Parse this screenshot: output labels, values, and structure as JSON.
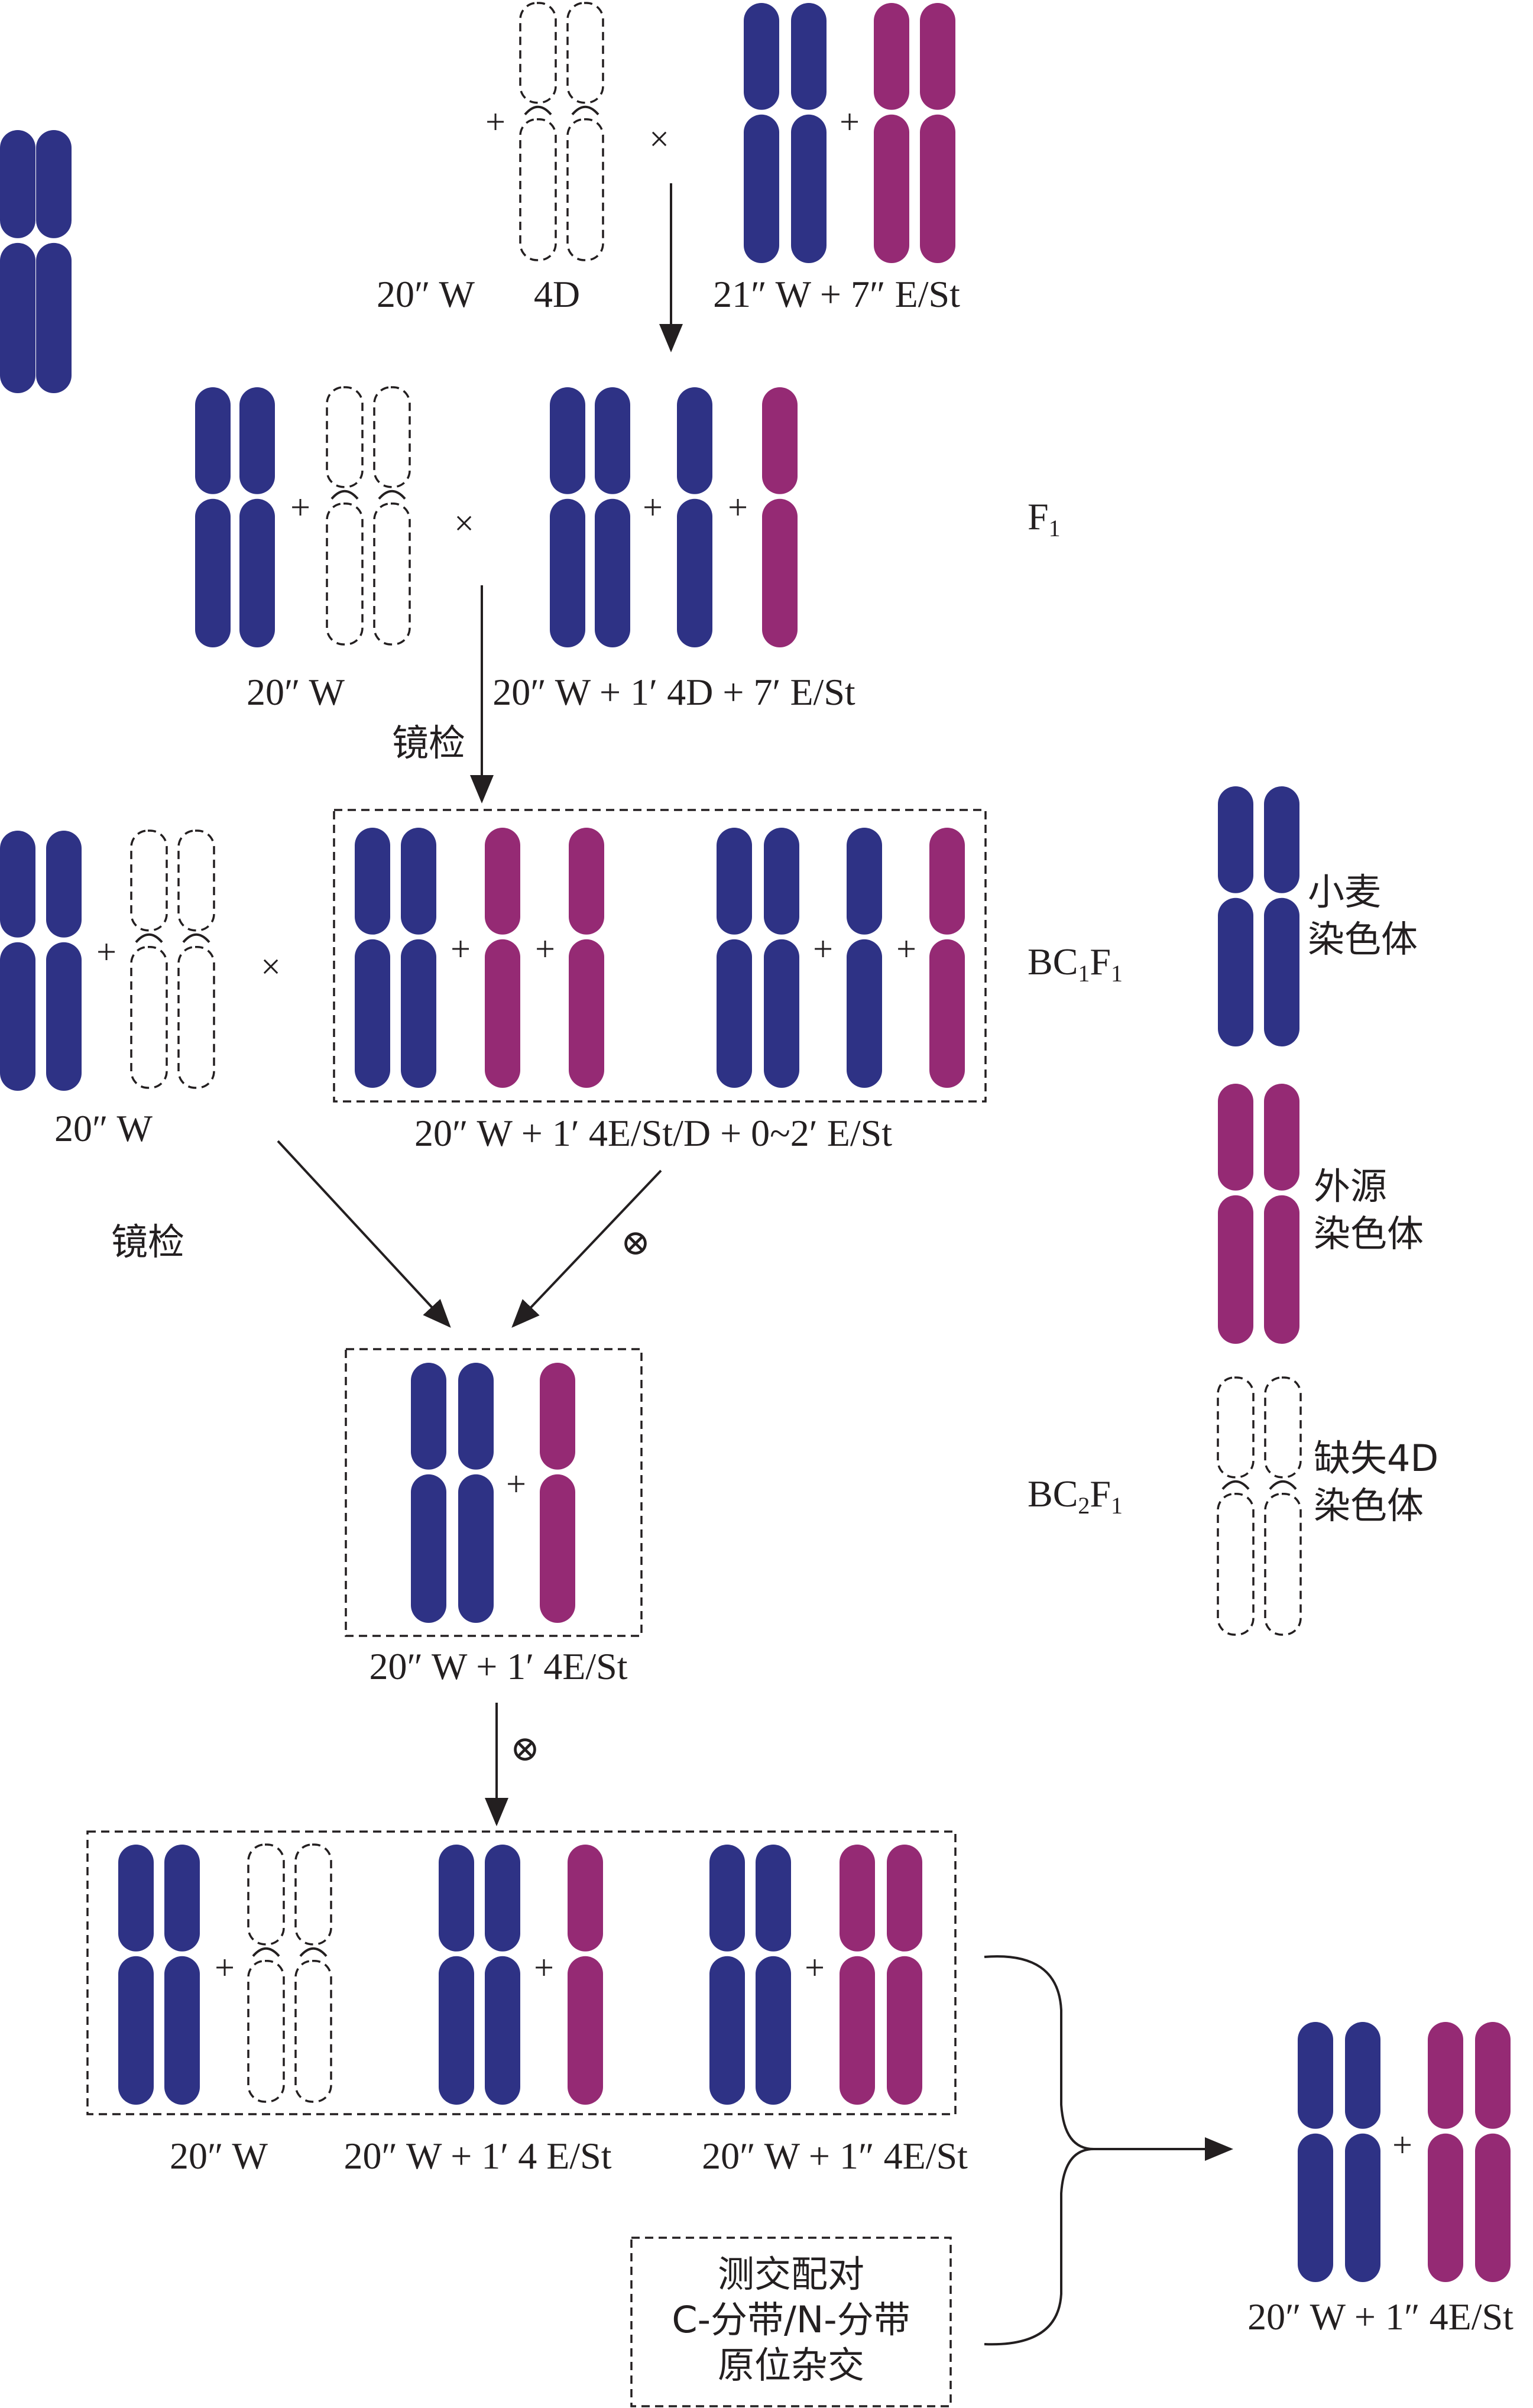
{
  "colors": {
    "wheat": "#2e3285",
    "alien": "#952a74",
    "text": "#231f20"
  },
  "symbols": {
    "plus": "+",
    "cross": "×",
    "self": "⊗"
  },
  "generations": {
    "f1": "F",
    "f1_sub": "1",
    "bc1f1_a": "BC",
    "bc1f1_sub1": "1",
    "bc1f1_b": "F",
    "bc1f1_sub2": "1",
    "bc2f1_a": "BC",
    "bc2f1_sub1": "2",
    "bc2f1_b": "F",
    "bc2f1_sub2": "1"
  },
  "labels": {
    "p_wheat": "20″ W",
    "p_4d": "4D",
    "p_donor": "21″ W + 7″ E/St",
    "f1_wheat": "20″ W",
    "f1_hybrid": "20″ W + 1′ 4D + 7′ E/St",
    "screen_1": "镜检",
    "bc1_wheat": "20″ W",
    "bc1_progeny": "20″ W + 1′ 4E/St/D + 0~2′ E/St",
    "screen_2": "镜检",
    "bc2_line": "20″ W + 1′ 4E/St",
    "f2_a": "20″ W",
    "f2_b": "20″ W + 1′ 4 E/St",
    "f2_c": "20″ W + 1″  4E/St",
    "final": "20″ W + 1″  4E/St"
  },
  "methods": {
    "line1": "测交配对",
    "line2": "C-分带/N-分带",
    "line3": "原位杂交"
  },
  "legend": {
    "wheat_l1": "小麦",
    "wheat_l2": "染色体",
    "alien_l1": "外源",
    "alien_l2": "染色体",
    "nulli_l1": "缺失4D",
    "nulli_l2": "染色体"
  }
}
